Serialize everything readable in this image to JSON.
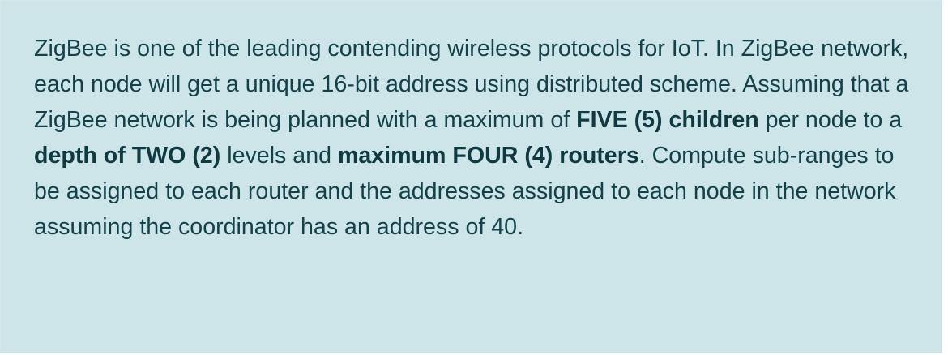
{
  "question": {
    "seg1": "ZigBee is one of the leading contending wireless protocols for IoT. In ZigBee network, each node will get a unique 16-bit address using distributed scheme. Assuming that a ZigBee network is being planned with a maximum of ",
    "bold1": "FIVE (5) children",
    "seg2": " per node to a ",
    "bold2": "depth of TWO (2)",
    "seg3": " levels and ",
    "bold3": "maximum FOUR (4) routers",
    "seg4": ". Compute sub-ranges to be assigned to each router and the addresses assigned to each node in the network assuming the coordinator has an address of 40."
  },
  "colors": {
    "card_background": "#cde5e9",
    "text": "#12414a"
  }
}
